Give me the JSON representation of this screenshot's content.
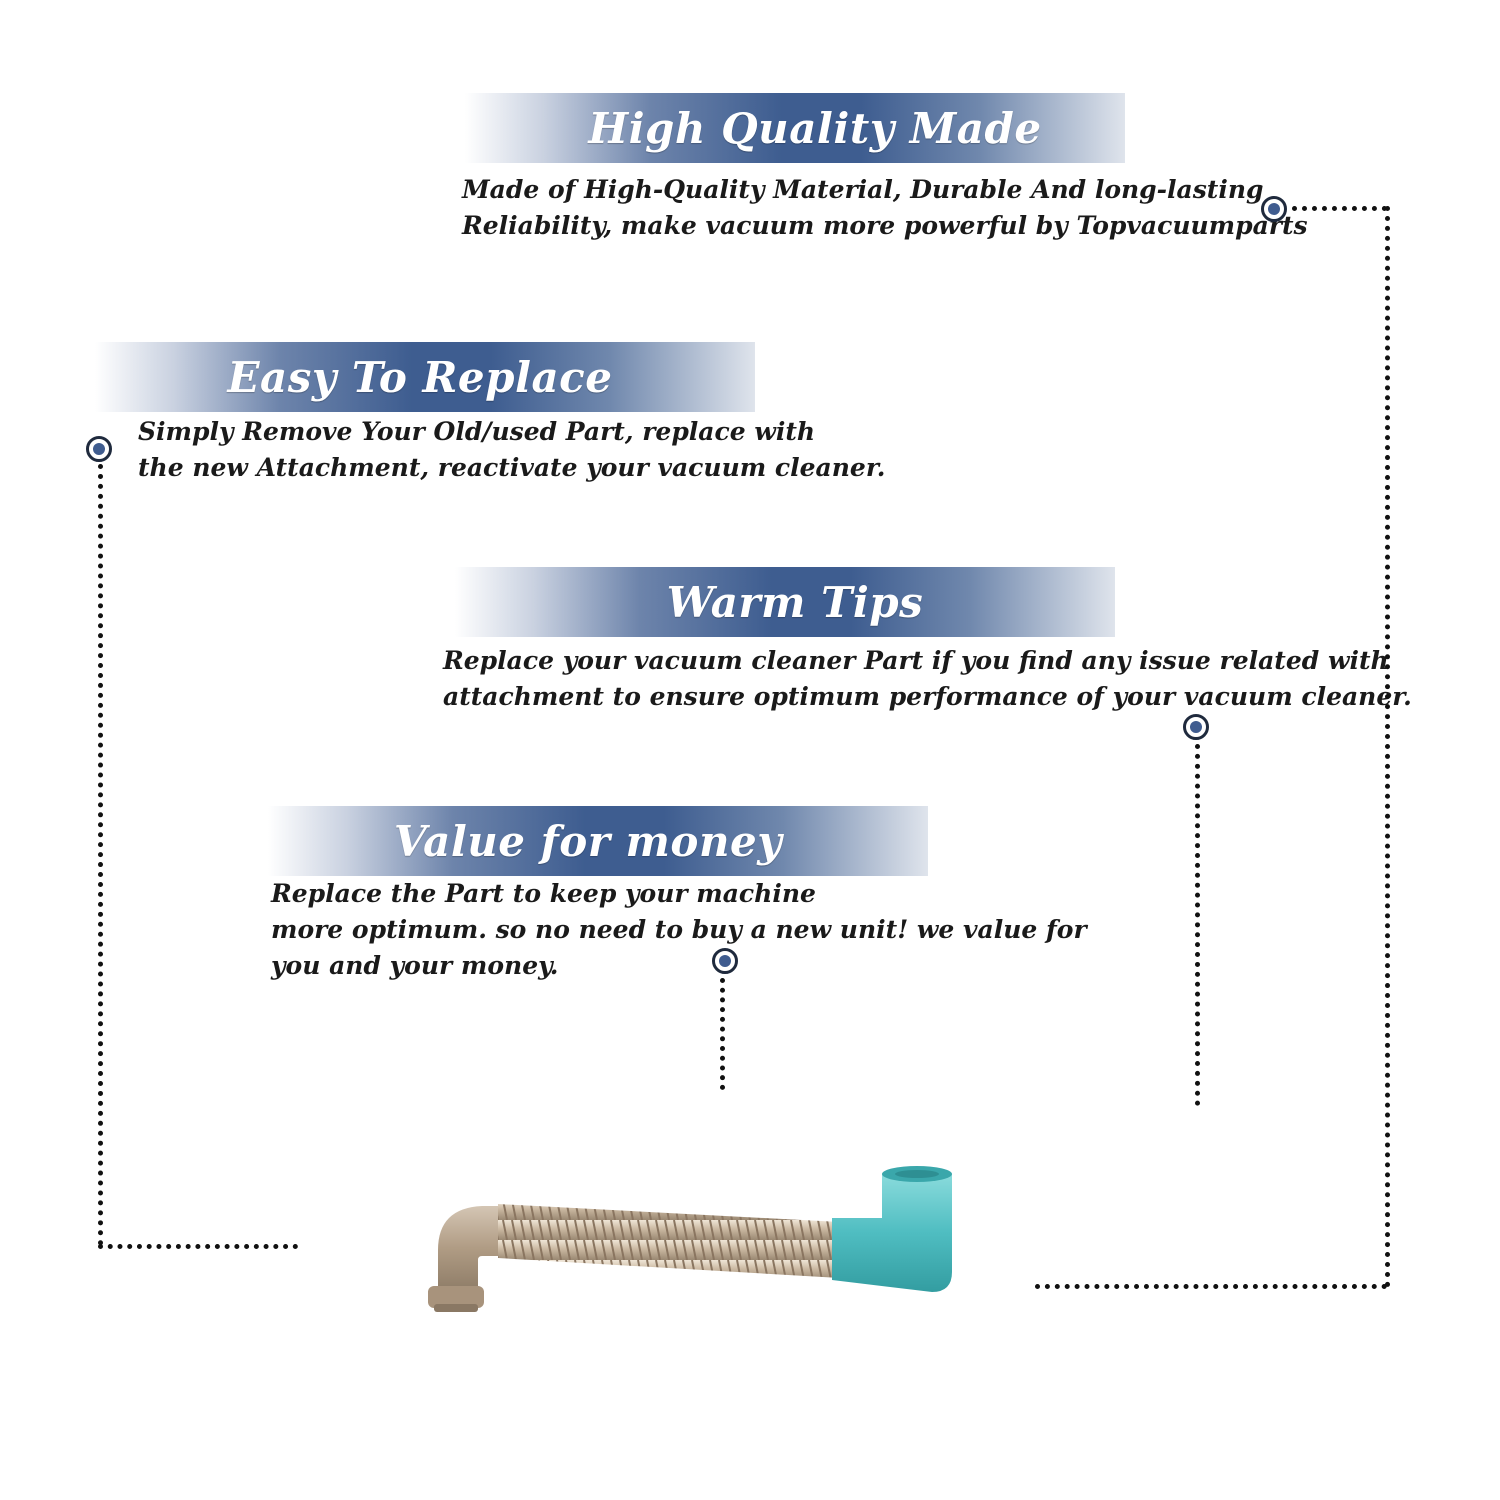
{
  "sections": [
    {
      "title": "High Quality Made",
      "lines": [
        "Made of  High-Quality Material, Durable And long-lasting",
        "Reliability, make vacuum more powerful by Topvacuumparts"
      ]
    },
    {
      "title": "Easy To Replace",
      "lines": [
        "Simply Remove Your Old/used Part, replace with",
        "the new Attachment, reactivate your vacuum cleaner."
      ]
    },
    {
      "title": "Warm Tips",
      "lines": [
        "Replace your vacuum cleaner Part if you find any issue related with",
        " attachment to ensure optimum performance of your vacuum cleaner."
      ]
    },
    {
      "title": "Value for money",
      "lines": [
        "Replace the Part to keep your machine",
        "more optimum. so no need to buy a new unit! we value for",
        "you and your money."
      ]
    }
  ],
  "colors": {
    "banner_dark": "#3e5d90",
    "marker_fill": "#3f5c8f",
    "hose_tan": "#b6a48f",
    "connector_teal": "#52bcc0"
  },
  "icons": [
    "target-marker-icon",
    "vacuum-hose-attachment-icon"
  ]
}
